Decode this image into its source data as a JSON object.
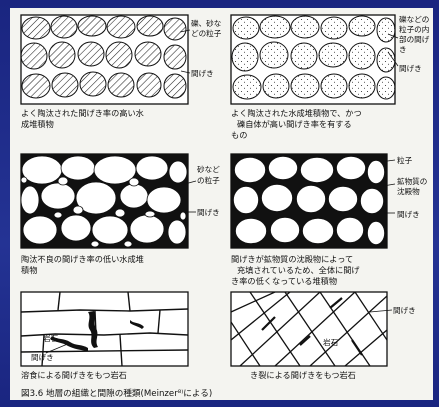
{
  "panels": [
    {
      "id": "p1",
      "labels": [
        "礫、砂な",
        "どの粒子",
        "間げき"
      ],
      "caption": [
        "よく陶汰された間げき率の高い水",
        "成堆積物"
      ]
    },
    {
      "id": "p2",
      "labels": [
        "礫などの",
        "粒子の内",
        "部の間げ",
        "き",
        "間げき"
      ],
      "caption": [
        "よく陶汰された水成堆積物で、かつ",
        "礫自体が高い間げき率を有する",
        "もの"
      ]
    },
    {
      "id": "p3",
      "labels": [
        "砂など",
        "の粒子",
        "間げき"
      ],
      "caption": [
        "陶汰不良の間げき率の低い水成堆",
        "積物"
      ]
    },
    {
      "id": "p4",
      "labels": [
        "粒子",
        "鉱物質の",
        "沈殿物",
        "間げき"
      ],
      "caption": [
        "間げきが鉱物質の沈殿物によって",
        "充填されているため、全体に間げ",
        "き率の低くなっている堆積物"
      ]
    },
    {
      "id": "p5",
      "labels": [
        "岩石",
        "間げき"
      ],
      "caption": [
        "溶食による間げきをもつ岩石"
      ]
    },
    {
      "id": "p6",
      "labels": [
        "間げき",
        "岩石"
      ],
      "caption": [
        "き裂による間げきをもつ岩石"
      ]
    }
  ],
  "figure_caption": "図3.6 地層の組織と間隙の種類(Meinzer⁸⁾による)"
}
